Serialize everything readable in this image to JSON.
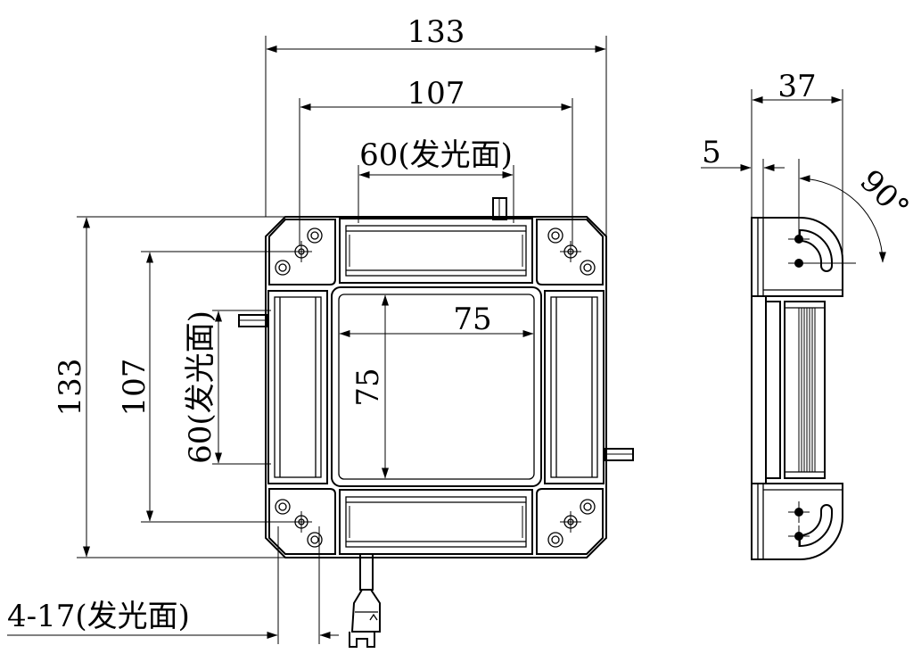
{
  "front_view": {
    "overall_width": "133",
    "overall_height": "133",
    "mount_width": "107",
    "mount_height": "107",
    "emitting_width": "60(发光面)",
    "emitting_height": "60(发光面)",
    "aperture_width": "75",
    "aperture_height": "75",
    "emitting_count": "4-17(发光面)"
  },
  "side_view": {
    "depth": "37",
    "offset": "5",
    "angle": "90°"
  }
}
